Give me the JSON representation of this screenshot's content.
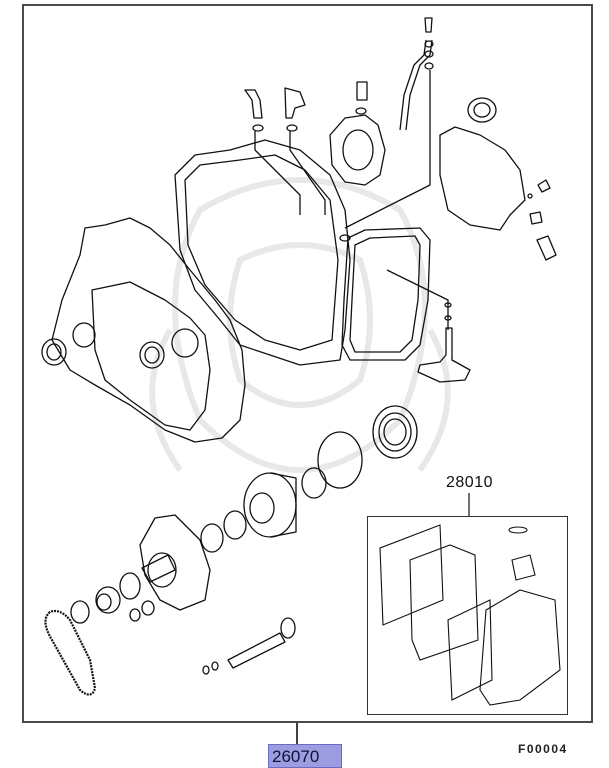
{
  "diagram": {
    "type": "exploded-parts-diagram",
    "subject": "automatic transaxle gasket / overhaul kit",
    "figure_code": "F00004",
    "callouts": [
      {
        "id": "28010",
        "label": "28010",
        "target": "valve-body-kit-inset"
      },
      {
        "id": "26070",
        "label": "26070",
        "target": "overhaul-gasket-kit",
        "highlighted": true
      }
    ],
    "colors": {
      "frame": "#4a4a4a",
      "line": "#111111",
      "watermark": "#e6e6e6",
      "highlight_fill": "#9c9ce0",
      "highlight_border": "#6a6ac0",
      "highlight_text": "#10103a"
    },
    "components": [
      "transaxle-housing-left",
      "transaxle-case-center",
      "side-cover-gasket",
      "oil-pan-gasket",
      "oil-seals",
      "o-rings",
      "pump-assembly",
      "gear",
      "input-shaft",
      "drive-chain",
      "valve-body-plates",
      "sensors-and-bolts",
      "pipe-assembly",
      "shift-lever"
    ]
  }
}
